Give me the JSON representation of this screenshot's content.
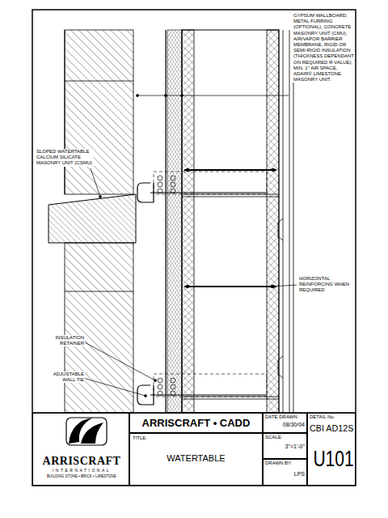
{
  "diagram": {
    "nodes": [
      {
        "text": [
          "ARRISCRAFT",
          "INTERNATIONAL",
          "BUILDING STONE • BRICK • LIMESTONE"
        ]
      },
      {
        "text": [
          "ARRISCRAFT • CADD"
        ]
      },
      {
        "text": [
          "TITLE:",
          "WATERTABLE"
        ]
      },
      {
        "text": [
          "DATE DRAWN:",
          "08/30/04"
        ]
      },
      {
        "text": [
          "SCALE:",
          "3\"=1'-0\""
        ]
      },
      {
        "text": [
          "DRAWN BY:",
          "LPS"
        ]
      },
      {
        "text": [
          "DETAIL No:",
          "CBI AD12S",
          "U101"
        ]
      }
    ],
    "labels": [
      "GYPSUM WALLBOARD, METAL FURRING (OPTIONAL), CONCRETE MASONRY UNIT (CMU), AIR/VAPOR BARRIER MEMBRANE, RIGID OR SEMI-RIGID INSULATION (THICKNESS DEPENDANT ON REQUIRED R-VALUE), MIN. 1\" AIR SPACE, ADAIR® LIMESTONE MASONRY UNIT.",
      "SLOPED WATERTABLE CALCIUM SILICATE MASONRY UNIT (CSMU)",
      "HORIZONTAL REINFORCING WHEN REQUIRED",
      "INSULATION RETAINER",
      "ADJUSTABLE WALL TIE"
    ]
  }
}
